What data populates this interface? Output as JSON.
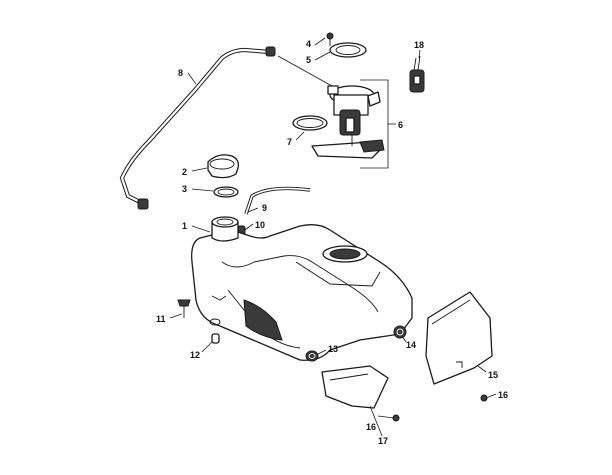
{
  "diagram": {
    "callouts": [
      {
        "id": "c1",
        "text": "1"
      },
      {
        "id": "c2",
        "text": "2"
      },
      {
        "id": "c3",
        "text": "3"
      },
      {
        "id": "c4",
        "text": "4"
      },
      {
        "id": "c5",
        "text": "5"
      },
      {
        "id": "c6",
        "text": "6"
      },
      {
        "id": "c7",
        "text": "7"
      },
      {
        "id": "c8",
        "text": "8"
      },
      {
        "id": "c9",
        "text": "9"
      },
      {
        "id": "c10",
        "text": "10"
      },
      {
        "id": "c11",
        "text": "11"
      },
      {
        "id": "c12",
        "text": "12"
      },
      {
        "id": "c13",
        "text": "13"
      },
      {
        "id": "c14",
        "text": "14"
      },
      {
        "id": "c15",
        "text": "15"
      },
      {
        "id": "c16a",
        "text": "16"
      },
      {
        "id": "c16b",
        "text": "16"
      },
      {
        "id": "c17",
        "text": "17"
      },
      {
        "id": "c18",
        "text": "18"
      }
    ]
  },
  "colors": {
    "line": "#1a1a1a",
    "background": "#ffffff",
    "dark_fill": "#3a3a3a"
  }
}
